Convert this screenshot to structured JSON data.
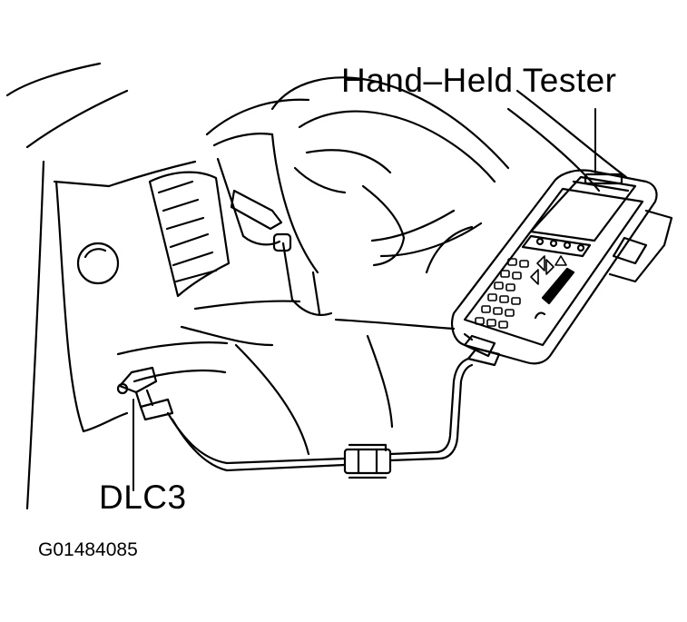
{
  "labels": {
    "tester": "Hand–Held Tester",
    "dlc": "DLC3",
    "figure_code": "G01484085"
  },
  "colors": {
    "ink": "#000000",
    "paper": "#ffffff"
  }
}
